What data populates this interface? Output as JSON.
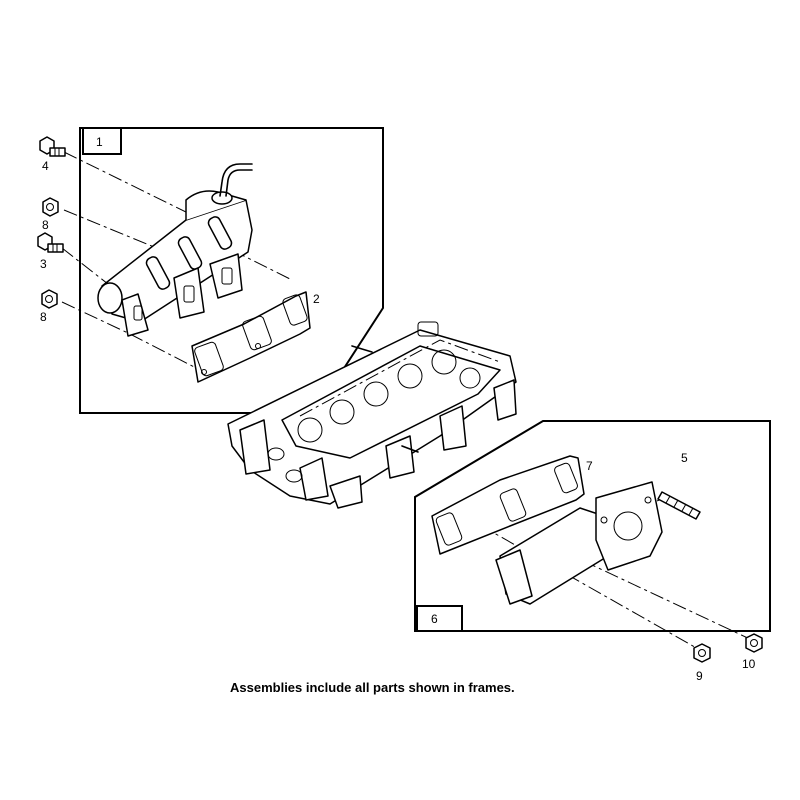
{
  "frames": [
    {
      "number": "1"
    },
    {
      "number": "6"
    }
  ],
  "callouts": [
    "4",
    "8",
    "3",
    "8",
    "2",
    "5",
    "7",
    "9",
    "10"
  ],
  "caption": "Assemblies include all parts shown in frames.",
  "colors": {
    "line": "#000000",
    "background": "#ffffff"
  }
}
